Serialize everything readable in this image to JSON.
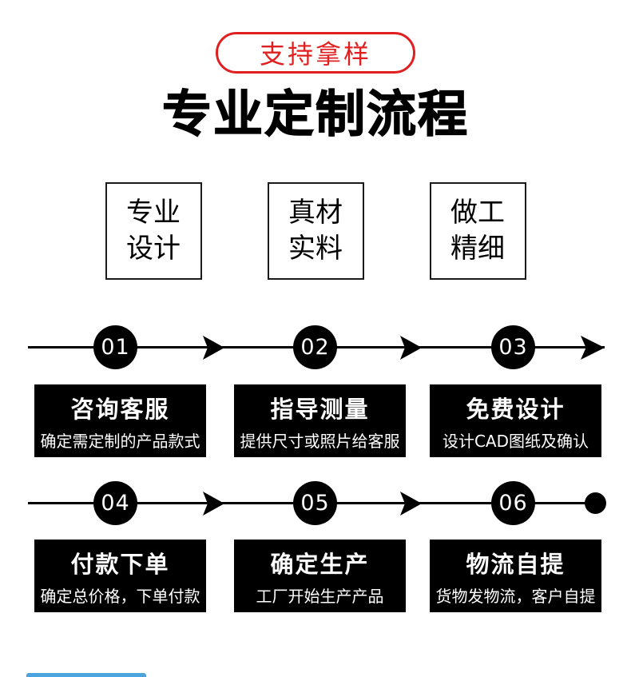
{
  "colors": {
    "accent_red": "#e02020",
    "step_black": "#000000",
    "bottom_strip_blue": "#4da3dd"
  },
  "badge": {
    "label": "支持拿样"
  },
  "title": "专业定制流程",
  "features": [
    {
      "text": "专业\n设计"
    },
    {
      "text": "真材\n实料"
    },
    {
      "text": "做工\n精细"
    }
  ],
  "steps": [
    {
      "num": "01",
      "title": "咨询客服",
      "desc": "确定需定制的产品款式"
    },
    {
      "num": "02",
      "title": "指导测量",
      "desc": "提供尺寸或照片给客服"
    },
    {
      "num": "03",
      "title": "免费设计",
      "desc": "设计CAD图纸及确认"
    },
    {
      "num": "04",
      "title": "付款下单",
      "desc": "确定总价格，下单付款"
    },
    {
      "num": "05",
      "title": "确定生产",
      "desc": "工厂开始生产产品"
    },
    {
      "num": "06",
      "title": "物流自提",
      "desc": "货物发物流，客户自提"
    }
  ]
}
